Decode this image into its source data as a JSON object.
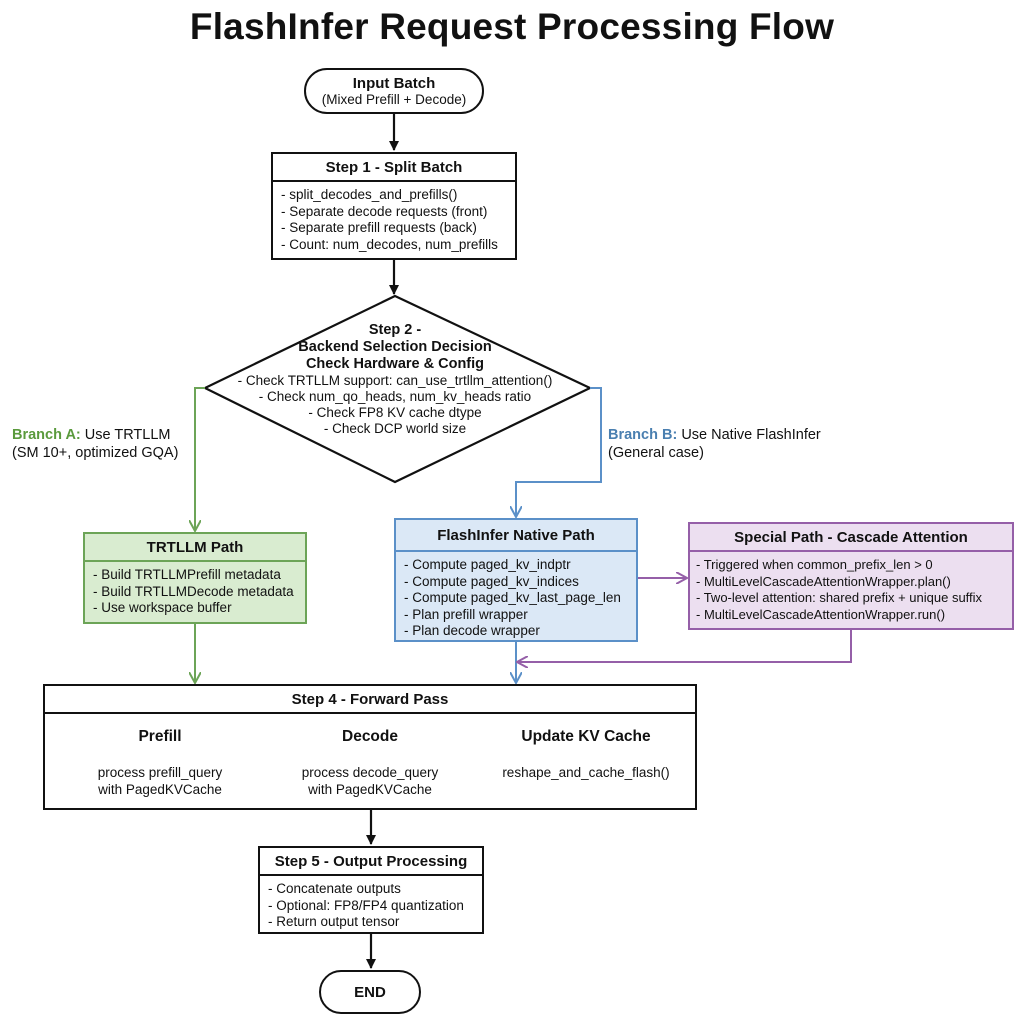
{
  "title": "FlashInfer Request Processing Flow",
  "input": {
    "title": "Input Batch",
    "subtitle": "(Mixed Prefill + Decode)"
  },
  "step1": {
    "title": "Step 1 - Split Batch",
    "items": [
      "- split_decodes_and_prefills()",
      "- Separate decode requests (front)",
      "- Separate prefill requests (back)",
      "- Count: num_decodes, num_prefills"
    ]
  },
  "step2": {
    "title_lines": [
      "Step 2 -",
      "Backend Selection Decision",
      "Check Hardware & Config"
    ],
    "items": [
      "- Check TRTLLM support: can_use_trtllm_attention()",
      "- Check num_qo_heads, num_kv_heads ratio",
      "- Check FP8 KV cache dtype",
      "- Check DCP world size"
    ]
  },
  "branch_a": {
    "tag": "Branch A:",
    "text": "Use TRTLLM",
    "detail": "(SM 10+, optimized GQA)",
    "color": "#5a9a3c"
  },
  "branch_b": {
    "tag": "Branch B:",
    "text": "Use Native FlashInfer",
    "detail": "(General case)",
    "color": "#4a7fb0"
  },
  "trtllm": {
    "title": "TRTLLM Path",
    "items": [
      "- Build TRTLLMPrefill metadata",
      "- Build TRTLLMDecode metadata",
      "- Use workspace buffer"
    ],
    "color": "#6ca457"
  },
  "native": {
    "title": "FlashInfer Native Path",
    "items": [
      "- Compute paged_kv_indptr",
      "- Compute paged_kv_indices",
      "- Compute paged_kv_last_page_len",
      "- Plan prefill wrapper",
      "- Plan decode wrapper"
    ],
    "color": "#5b90c8"
  },
  "cascade": {
    "title": "Special Path - Cascade Attention",
    "items": [
      "- Triggered when common_prefix_len > 0",
      "- MultiLevelCascadeAttentionWrapper.plan()",
      "- Two-level attention: shared prefix + unique suffix",
      "- MultiLevelCascadeAttentionWrapper.run()"
    ],
    "color": "#955fa8"
  },
  "step4": {
    "title": "Step 4 - Forward Pass",
    "columns": [
      {
        "label": "Prefill",
        "lines": [
          "process prefill_query",
          "with PagedKVCache"
        ]
      },
      {
        "label": "Decode",
        "lines": [
          "process decode_query",
          "with PagedKVCache"
        ]
      },
      {
        "label": "Update KV Cache",
        "lines": [
          "reshape_and_cache_flash()"
        ]
      }
    ]
  },
  "step5": {
    "title": "Step 5 - Output Processing",
    "items": [
      "- Concatenate outputs",
      "- Optional: FP8/FP4 quantization",
      "- Return output tensor"
    ]
  },
  "end": {
    "label": "END"
  }
}
